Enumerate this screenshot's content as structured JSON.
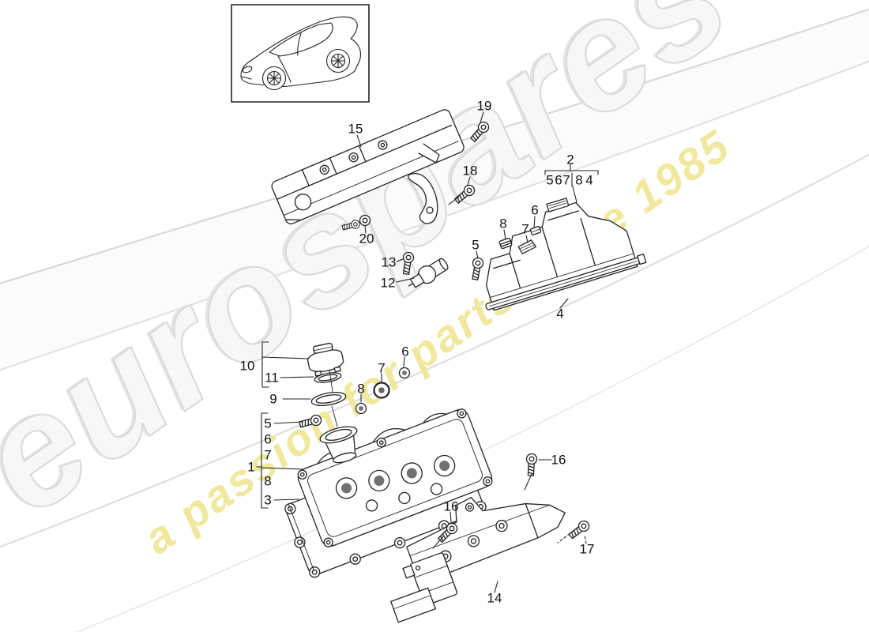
{
  "watermark": {
    "brand": "eurospares",
    "tagline": "a passion for parts since 1985",
    "brand_fill": "#f7f7f7",
    "brand_outline": "#d9d9d9",
    "tagline_color": "#efe89d"
  },
  "diagram": {
    "line_color": "#222222",
    "background": "#ffffff",
    "vehicle_inset": "Porsche Panamera outline drawing"
  },
  "callouts": [
    {
      "label": "15"
    },
    {
      "label": "19"
    },
    {
      "label": "18"
    },
    {
      "label": "20"
    },
    {
      "label": "2"
    },
    {
      "label": "5"
    },
    {
      "label": "6"
    },
    {
      "label": "7"
    },
    {
      "label": "8"
    },
    {
      "label": "4"
    },
    {
      "label": "6"
    },
    {
      "label": "8"
    },
    {
      "label": "7"
    },
    {
      "label": "5"
    },
    {
      "label": "13"
    },
    {
      "label": "12"
    },
    {
      "label": "4"
    },
    {
      "label": "10"
    },
    {
      "label": "11"
    },
    {
      "label": "9"
    },
    {
      "label": "6"
    },
    {
      "label": "7"
    },
    {
      "label": "8"
    },
    {
      "label": "5"
    },
    {
      "label": "6"
    },
    {
      "label": "7"
    },
    {
      "label": "1"
    },
    {
      "label": "8"
    },
    {
      "label": "3"
    },
    {
      "label": "16"
    },
    {
      "label": "16"
    },
    {
      "label": "17"
    },
    {
      "label": "14"
    }
  ]
}
